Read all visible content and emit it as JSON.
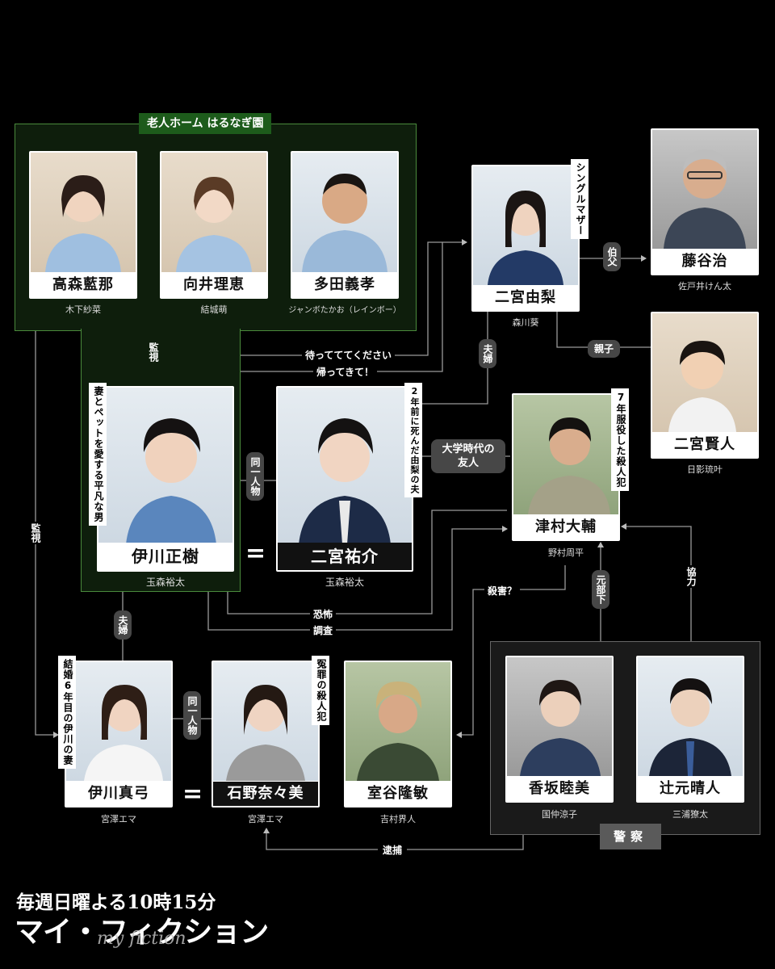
{
  "groups": {
    "nursing_home": "老人ホーム はるなぎ園",
    "police": "警察"
  },
  "characters": {
    "takamori": {
      "name": "高森藍那",
      "actor": "木下紗菜"
    },
    "mukai": {
      "name": "向井理恵",
      "actor": "結城萌"
    },
    "tada": {
      "name": "多田義孝",
      "actor": "ジャンボたかお（レインボー）"
    },
    "yuri": {
      "name": "二宮由梨",
      "actor": "森川葵",
      "tag": "シングルマザー"
    },
    "fujitani": {
      "name": "藤谷治",
      "actor": "佐戸井けん太"
    },
    "kento": {
      "name": "二宮賢人",
      "actor": "日影琉叶"
    },
    "masaki": {
      "name": "伊川正樹",
      "actor": "玉森裕太",
      "tag": "妻とペットを愛する平凡な男"
    },
    "yusuke": {
      "name": "二宮祐介",
      "actor": "玉森裕太",
      "tag": "2年前に死んだ由梨の夫"
    },
    "tsumura": {
      "name": "津村大輔",
      "actor": "野村周平",
      "tag": "7年服役した殺人犯"
    },
    "mayumi": {
      "name": "伊川真弓",
      "actor": "宮澤エマ",
      "tag": "結婚6年目の伊川の妻"
    },
    "ishino": {
      "name": "石野奈々美",
      "actor": "宮澤エマ",
      "tag": "冤罪の殺人犯"
    },
    "muroya": {
      "name": "室谷隆敏",
      "actor": "吉村界人"
    },
    "kosaka": {
      "name": "香坂睦美",
      "actor": "国仲涼子"
    },
    "tsujimoto": {
      "name": "辻元晴人",
      "actor": "三浦獠太"
    }
  },
  "relations": {
    "kanshi_top": "監視",
    "kanshi_left": "監視",
    "matte": "待ってててください",
    "kaette": "帰ってきて！",
    "fuufu_top": "夫婦",
    "oji": "伯父",
    "oyako": "親子",
    "douitsu_top": "同一人物",
    "daigaku": "大学時代の友人",
    "kyoufu": "恐怖",
    "chousa": "調査",
    "fuufu_bottom": "夫婦",
    "douitsu_bottom": "同一人物",
    "satsugai": "殺害？",
    "motobuka": "元部下",
    "kyouryoku": "協力",
    "taiho": "逮捕",
    "equals_top": "=",
    "equals_bottom": "="
  },
  "footer": {
    "schedule": "毎週日曜よる10時15分",
    "title": "マイ・フィクション",
    "script": "my fiction"
  }
}
